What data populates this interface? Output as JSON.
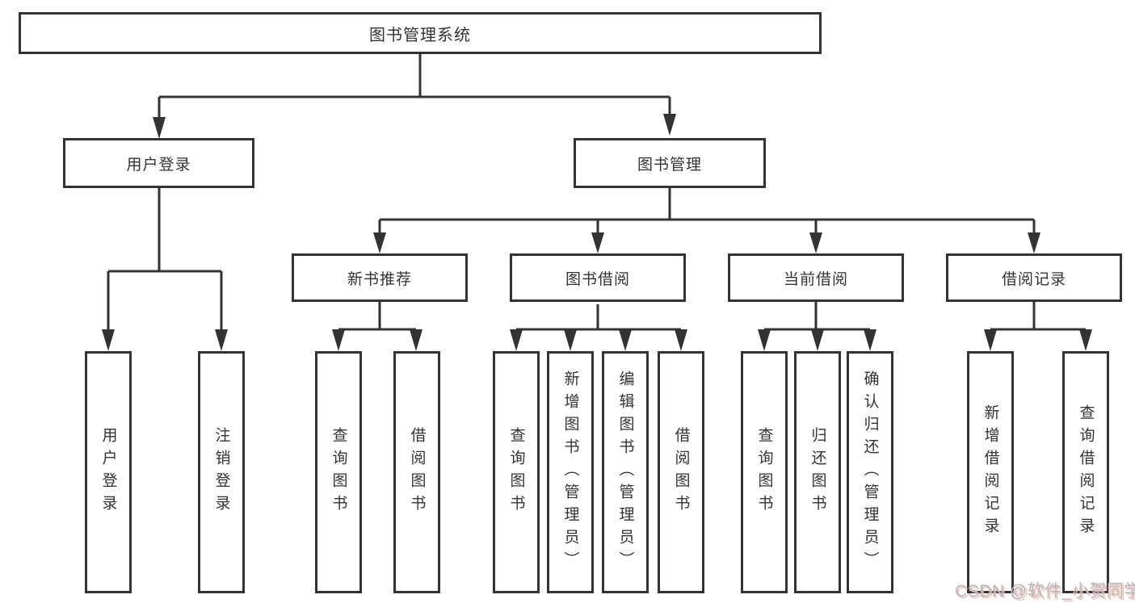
{
  "tree": {
    "root": {
      "label": "图书管理系统"
    },
    "branches": [
      {
        "label": "用户登录",
        "children": [
          {
            "label": "用户登录"
          },
          {
            "label": "注销登录"
          }
        ]
      },
      {
        "label": "图书管理",
        "children": [
          {
            "label": "新书推荐",
            "children": [
              {
                "label": "查询图书"
              },
              {
                "label": "借阅图书"
              }
            ]
          },
          {
            "label": "图书借阅",
            "children": [
              {
                "label": "查询图书"
              },
              {
                "label": "新增图书（管理员）"
              },
              {
                "label": "编辑图书（管理员）"
              },
              {
                "label": "借阅图书"
              }
            ]
          },
          {
            "label": "当前借阅",
            "children": [
              {
                "label": "查询图书"
              },
              {
                "label": "归还图书"
              },
              {
                "label": "确认归还（管理员）"
              }
            ]
          },
          {
            "label": "借阅记录",
            "children": [
              {
                "label": "新增借阅记录"
              },
              {
                "label": "查询借阅记录"
              }
            ]
          }
        ]
      }
    ]
  },
  "colors": {
    "line": "#333333",
    "text": "#333333",
    "watermark_text": "#b9b9b9",
    "watermark_shadow": "#f2b6ae"
  },
  "watermark": {
    "text": "CSDN @软件_小贺同学"
  }
}
